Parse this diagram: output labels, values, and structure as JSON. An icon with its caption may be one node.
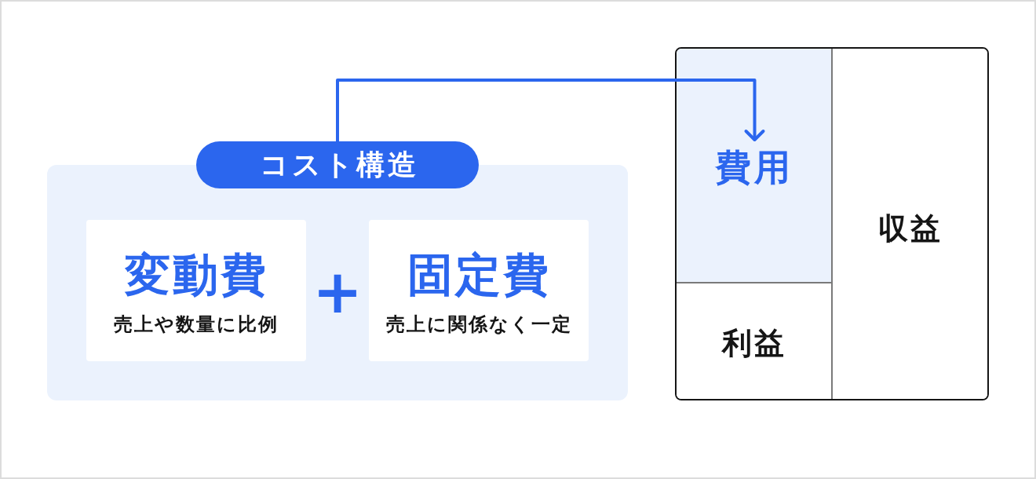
{
  "diagram": {
    "nodes": [
      {
        "text": [
          "コスト構造"
        ]
      },
      {
        "text": [],
        "shape": "box"
      },
      {
        "text": [
          "変動費",
          "売上や数量に比例"
        ],
        "in": 1
      },
      {
        "text": [
          "固定費",
          "売上に関係なく一定"
        ],
        "in": 1
      },
      {
        "text": [],
        "shape": "box"
      },
      {
        "text": [
          "費用"
        ],
        "in": 4
      },
      {
        "text": [
          "収益"
        ],
        "in": 4
      },
      {
        "text": [
          "利益"
        ],
        "in": 4
      }
    ],
    "edges": [
      {
        "from": 0,
        "to": 5,
        "arrow": "to"
      }
    ],
    "labels": [
      "+"
    ]
  }
}
